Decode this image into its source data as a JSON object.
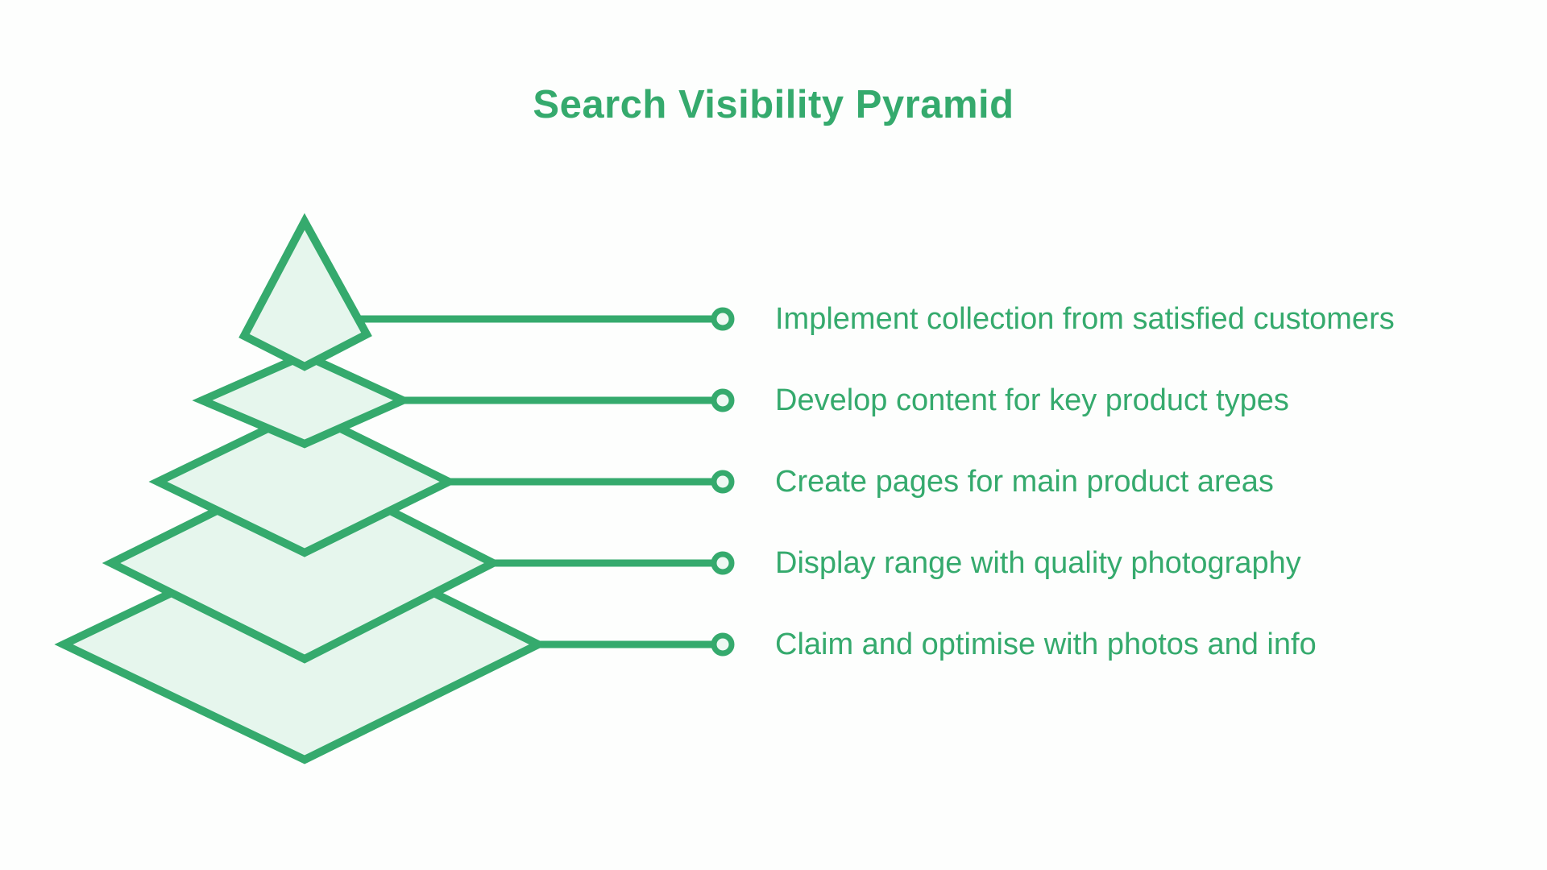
{
  "title": "Search Visibility Pyramid",
  "colors": {
    "accent_green": "#35aa6d",
    "shape_fill": "#e6f6ed",
    "bullet_fill": "#eef9f3",
    "background": "#fdfefd"
  },
  "pyramid": {
    "levels": [
      {
        "label": "Implement collection from satisfied customers"
      },
      {
        "label": "Develop content for key product types"
      },
      {
        "label": "Create pages for main product areas"
      },
      {
        "label": "Display range with quality photography"
      },
      {
        "label": "Claim and optimise with photos and info"
      }
    ]
  }
}
